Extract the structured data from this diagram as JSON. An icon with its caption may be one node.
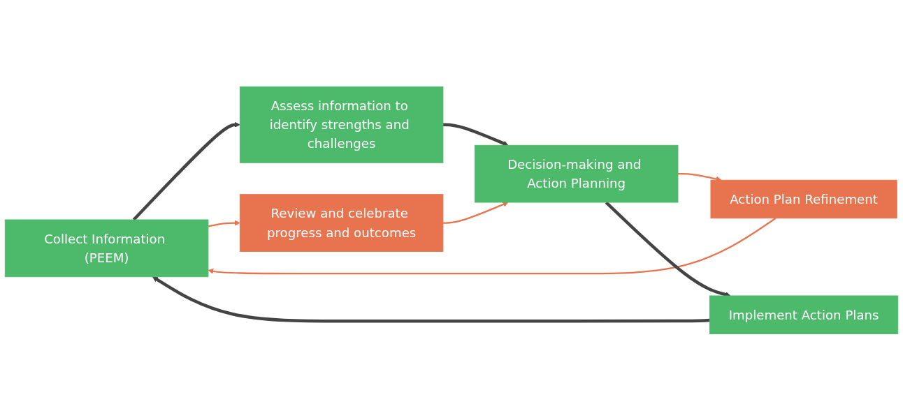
{
  "diagram": {
    "nodes": [
      {
        "text": [
          "Collect Information (PEEM)"
        ]
      },
      {
        "text": [
          "Assess information to identify strengths and challenges"
        ]
      },
      {
        "text": [
          "Review and celebrate progress and outcomes"
        ]
      },
      {
        "text": [
          "Decision-making and Action Planning"
        ]
      },
      {
        "text": [
          "Action Plan Refinement"
        ]
      },
      {
        "text": [
          "Implement Action Plans"
        ]
      }
    ],
    "edges": [
      {
        "from": 0,
        "to": 1,
        "arrow": "to",
        "style": "thick"
      },
      {
        "from": 1,
        "to": 3,
        "arrow": "to",
        "style": "thick"
      },
      {
        "from": 0,
        "to": 2,
        "arrow": "to",
        "color": "#e8734f"
      },
      {
        "from": 2,
        "to": 3,
        "arrow": "to",
        "color": "#e8734f"
      },
      {
        "from": 3,
        "to": 4,
        "arrow": "to",
        "color": "#e8734f"
      },
      {
        "from": 4,
        "to": 0,
        "arrow": "to",
        "color": "#e8734f"
      },
      {
        "from": 3,
        "to": 5,
        "arrow": "to",
        "style": "thick"
      },
      {
        "from": 5,
        "to": 0,
        "arrow": "to",
        "style": "thick"
      }
    ]
  }
}
